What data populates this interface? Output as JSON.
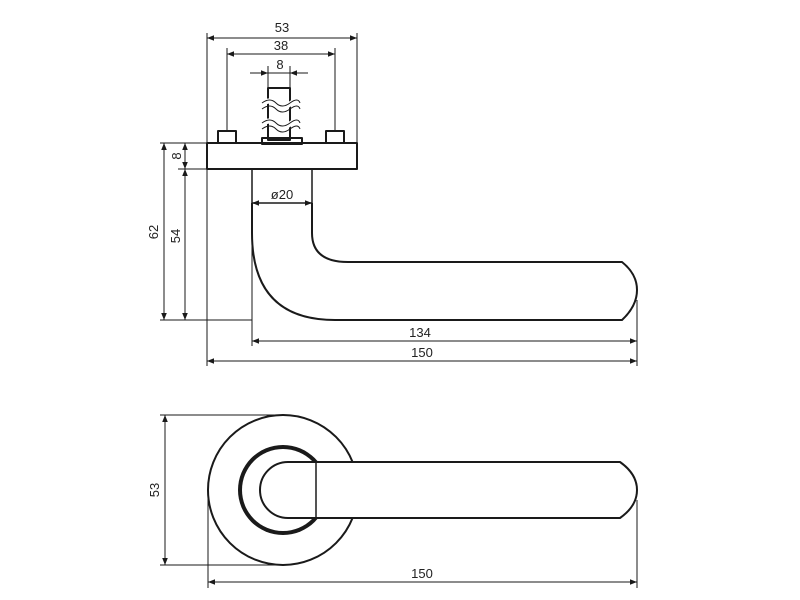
{
  "side_view": {
    "dimensions": {
      "rose_width": "53",
      "screw_spacing": "38",
      "spindle": "8",
      "rose_thickness": "8",
      "lever_height": "54",
      "total_height": "62",
      "bar_diameter": "ø20",
      "lever_length": "134",
      "total_length": "150"
    }
  },
  "top_view": {
    "dimensions": {
      "rose_diameter": "53",
      "total_length": "150"
    }
  }
}
